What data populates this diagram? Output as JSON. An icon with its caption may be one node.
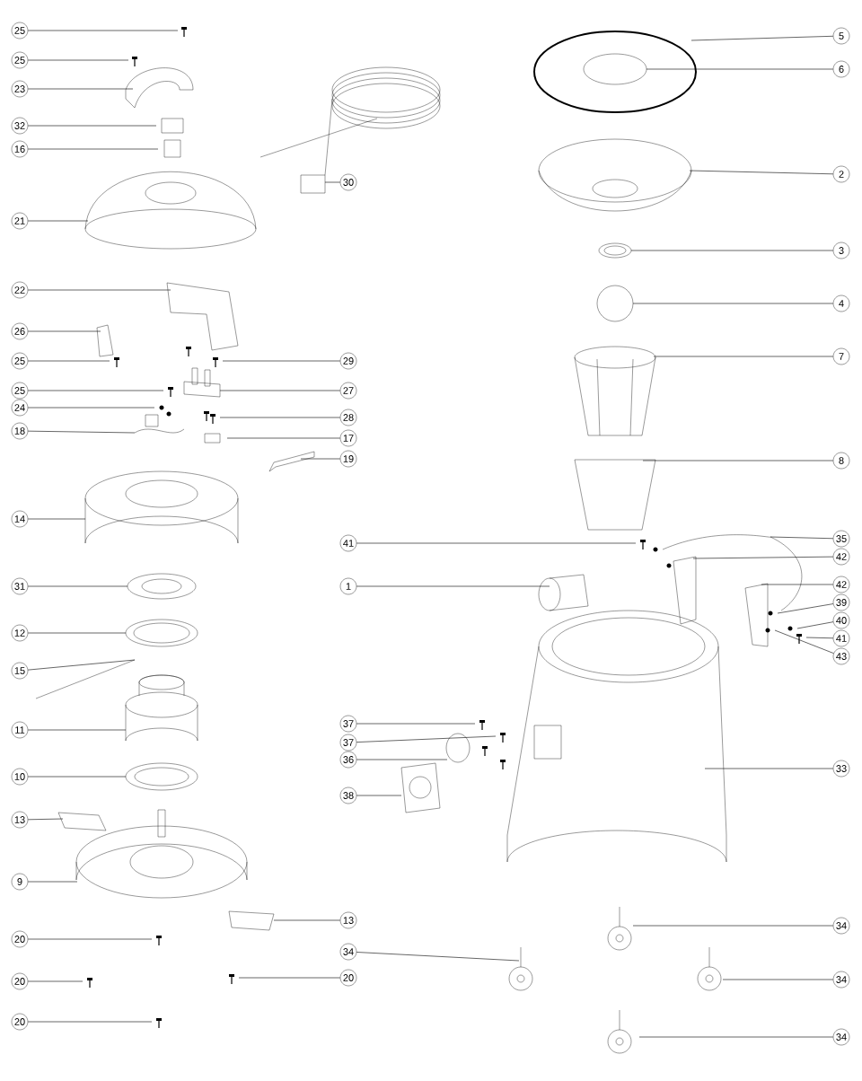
{
  "diagram": {
    "nodes": [
      {
        "text": [
          "25"
        ]
      },
      {
        "text": [
          "25"
        ]
      },
      {
        "text": [
          "23"
        ]
      },
      {
        "text": [
          "32"
        ]
      },
      {
        "text": [
          "16"
        ]
      },
      {
        "text": [
          "21"
        ]
      },
      {
        "text": [
          "22"
        ]
      },
      {
        "text": [
          "26"
        ]
      },
      {
        "text": [
          "25"
        ]
      },
      {
        "text": [
          "25"
        ]
      },
      {
        "text": [
          "24"
        ]
      },
      {
        "text": [
          "18"
        ]
      },
      {
        "text": [
          "14"
        ]
      },
      {
        "text": [
          "31"
        ]
      },
      {
        "text": [
          "12"
        ]
      },
      {
        "text": [
          "15"
        ]
      },
      {
        "text": [
          "11"
        ]
      },
      {
        "text": [
          "10"
        ]
      },
      {
        "text": [
          "13"
        ]
      },
      {
        "text": [
          "9"
        ]
      },
      {
        "text": [
          "20"
        ]
      },
      {
        "text": [
          "20"
        ]
      },
      {
        "text": [
          "20"
        ]
      },
      {
        "text": [
          "30"
        ]
      },
      {
        "text": [
          "29"
        ]
      },
      {
        "text": [
          "27"
        ]
      },
      {
        "text": [
          "28"
        ]
      },
      {
        "text": [
          "17"
        ]
      },
      {
        "text": [
          "19"
        ]
      },
      {
        "text": [
          "41"
        ]
      },
      {
        "text": [
          "1"
        ]
      },
      {
        "text": [
          "37"
        ]
      },
      {
        "text": [
          "37"
        ]
      },
      {
        "text": [
          "36"
        ]
      },
      {
        "text": [
          "38"
        ]
      },
      {
        "text": [
          "13"
        ]
      },
      {
        "text": [
          "34"
        ]
      },
      {
        "text": [
          "20"
        ]
      },
      {
        "text": [
          "5"
        ]
      },
      {
        "text": [
          "6"
        ]
      },
      {
        "text": [
          "2"
        ]
      },
      {
        "text": [
          "3"
        ]
      },
      {
        "text": [
          "4"
        ]
      },
      {
        "text": [
          "7"
        ]
      },
      {
        "text": [
          "8"
        ]
      },
      {
        "text": [
          "35"
        ]
      },
      {
        "text": [
          "42"
        ]
      },
      {
        "text": [
          "42"
        ]
      },
      {
        "text": [
          "39"
        ]
      },
      {
        "text": [
          "40"
        ]
      },
      {
        "text": [
          "41"
        ]
      },
      {
        "text": [
          "43"
        ]
      },
      {
        "text": [
          "33"
        ]
      },
      {
        "text": [
          "34"
        ]
      },
      {
        "text": [
          "34"
        ]
      },
      {
        "text": [
          "34"
        ]
      }
    ],
    "edges": [
      {
        "from": 0,
        "to": null,
        "arrow": "none"
      },
      {
        "from": 1,
        "to": null,
        "arrow": "none"
      },
      {
        "from": 2,
        "to": null,
        "arrow": "none"
      },
      {
        "from": 3,
        "to": null,
        "arrow": "none"
      },
      {
        "from": 4,
        "to": null,
        "arrow": "none"
      },
      {
        "from": 5,
        "to": null,
        "arrow": "none"
      },
      {
        "from": 6,
        "to": null,
        "arrow": "none"
      },
      {
        "from": 7,
        "to": null,
        "arrow": "none"
      },
      {
        "from": 8,
        "to": null,
        "arrow": "none"
      },
      {
        "from": 9,
        "to": null,
        "arrow": "none"
      },
      {
        "from": 10,
        "to": null,
        "arrow": "none"
      },
      {
        "from": 11,
        "to": null,
        "arrow": "none"
      },
      {
        "from": 12,
        "to": null,
        "arrow": "none"
      },
      {
        "from": 13,
        "to": null,
        "arrow": "none"
      },
      {
        "from": 14,
        "to": null,
        "arrow": "none"
      },
      {
        "from": 15,
        "to": null,
        "arrow": "none"
      },
      {
        "from": 16,
        "to": null,
        "arrow": "none"
      },
      {
        "from": 17,
        "to": null,
        "arrow": "none"
      },
      {
        "from": 18,
        "to": null,
        "arrow": "none"
      },
      {
        "from": 19,
        "to": null,
        "arrow": "none"
      },
      {
        "from": 20,
        "to": null,
        "arrow": "none"
      },
      {
        "from": 21,
        "to": null,
        "arrow": "none"
      },
      {
        "from": 22,
        "to": null,
        "arrow": "none"
      },
      {
        "from": 23,
        "to": null,
        "arrow": "none"
      },
      {
        "from": 24,
        "to": null,
        "arrow": "none"
      },
      {
        "from": 25,
        "to": null,
        "arrow": "none"
      },
      {
        "from": 26,
        "to": null,
        "arrow": "none"
      },
      {
        "from": 27,
        "to": null,
        "arrow": "none"
      },
      {
        "from": 28,
        "to": null,
        "arrow": "none"
      },
      {
        "from": 29,
        "to": null,
        "arrow": "none"
      },
      {
        "from": 30,
        "to": null,
        "arrow": "none"
      },
      {
        "from": 31,
        "to": null,
        "arrow": "none"
      },
      {
        "from": 32,
        "to": null,
        "arrow": "none"
      },
      {
        "from": 33,
        "to": null,
        "arrow": "none"
      },
      {
        "from": 34,
        "to": null,
        "arrow": "none"
      },
      {
        "from": 35,
        "to": null,
        "arrow": "none"
      },
      {
        "from": 36,
        "to": null,
        "arrow": "none"
      },
      {
        "from": 37,
        "to": null,
        "arrow": "none"
      },
      {
        "from": 38,
        "to": null,
        "arrow": "none"
      },
      {
        "from": 39,
        "to": null,
        "arrow": "none"
      },
      {
        "from": 40,
        "to": null,
        "arrow": "none"
      },
      {
        "from": 41,
        "to": null,
        "arrow": "none"
      },
      {
        "from": 42,
        "to": null,
        "arrow": "none"
      },
      {
        "from": 43,
        "to": null,
        "arrow": "none"
      },
      {
        "from": 44,
        "to": null,
        "arrow": "none"
      },
      {
        "from": 45,
        "to": null,
        "arrow": "none"
      },
      {
        "from": 46,
        "to": null,
        "arrow": "none"
      },
      {
        "from": 47,
        "to": null,
        "arrow": "none"
      },
      {
        "from": 48,
        "to": null,
        "arrow": "none"
      },
      {
        "from": 49,
        "to": null,
        "arrow": "none"
      },
      {
        "from": 50,
        "to": null,
        "arrow": "none"
      },
      {
        "from": 51,
        "to": null,
        "arrow": "none"
      },
      {
        "from": 52,
        "to": null,
        "arrow": "none"
      },
      {
        "from": 53,
        "to": null,
        "arrow": "none"
      },
      {
        "from": 54,
        "to": null,
        "arrow": "none"
      },
      {
        "from": 55,
        "to": null,
        "arrow": "none"
      }
    ]
  }
}
